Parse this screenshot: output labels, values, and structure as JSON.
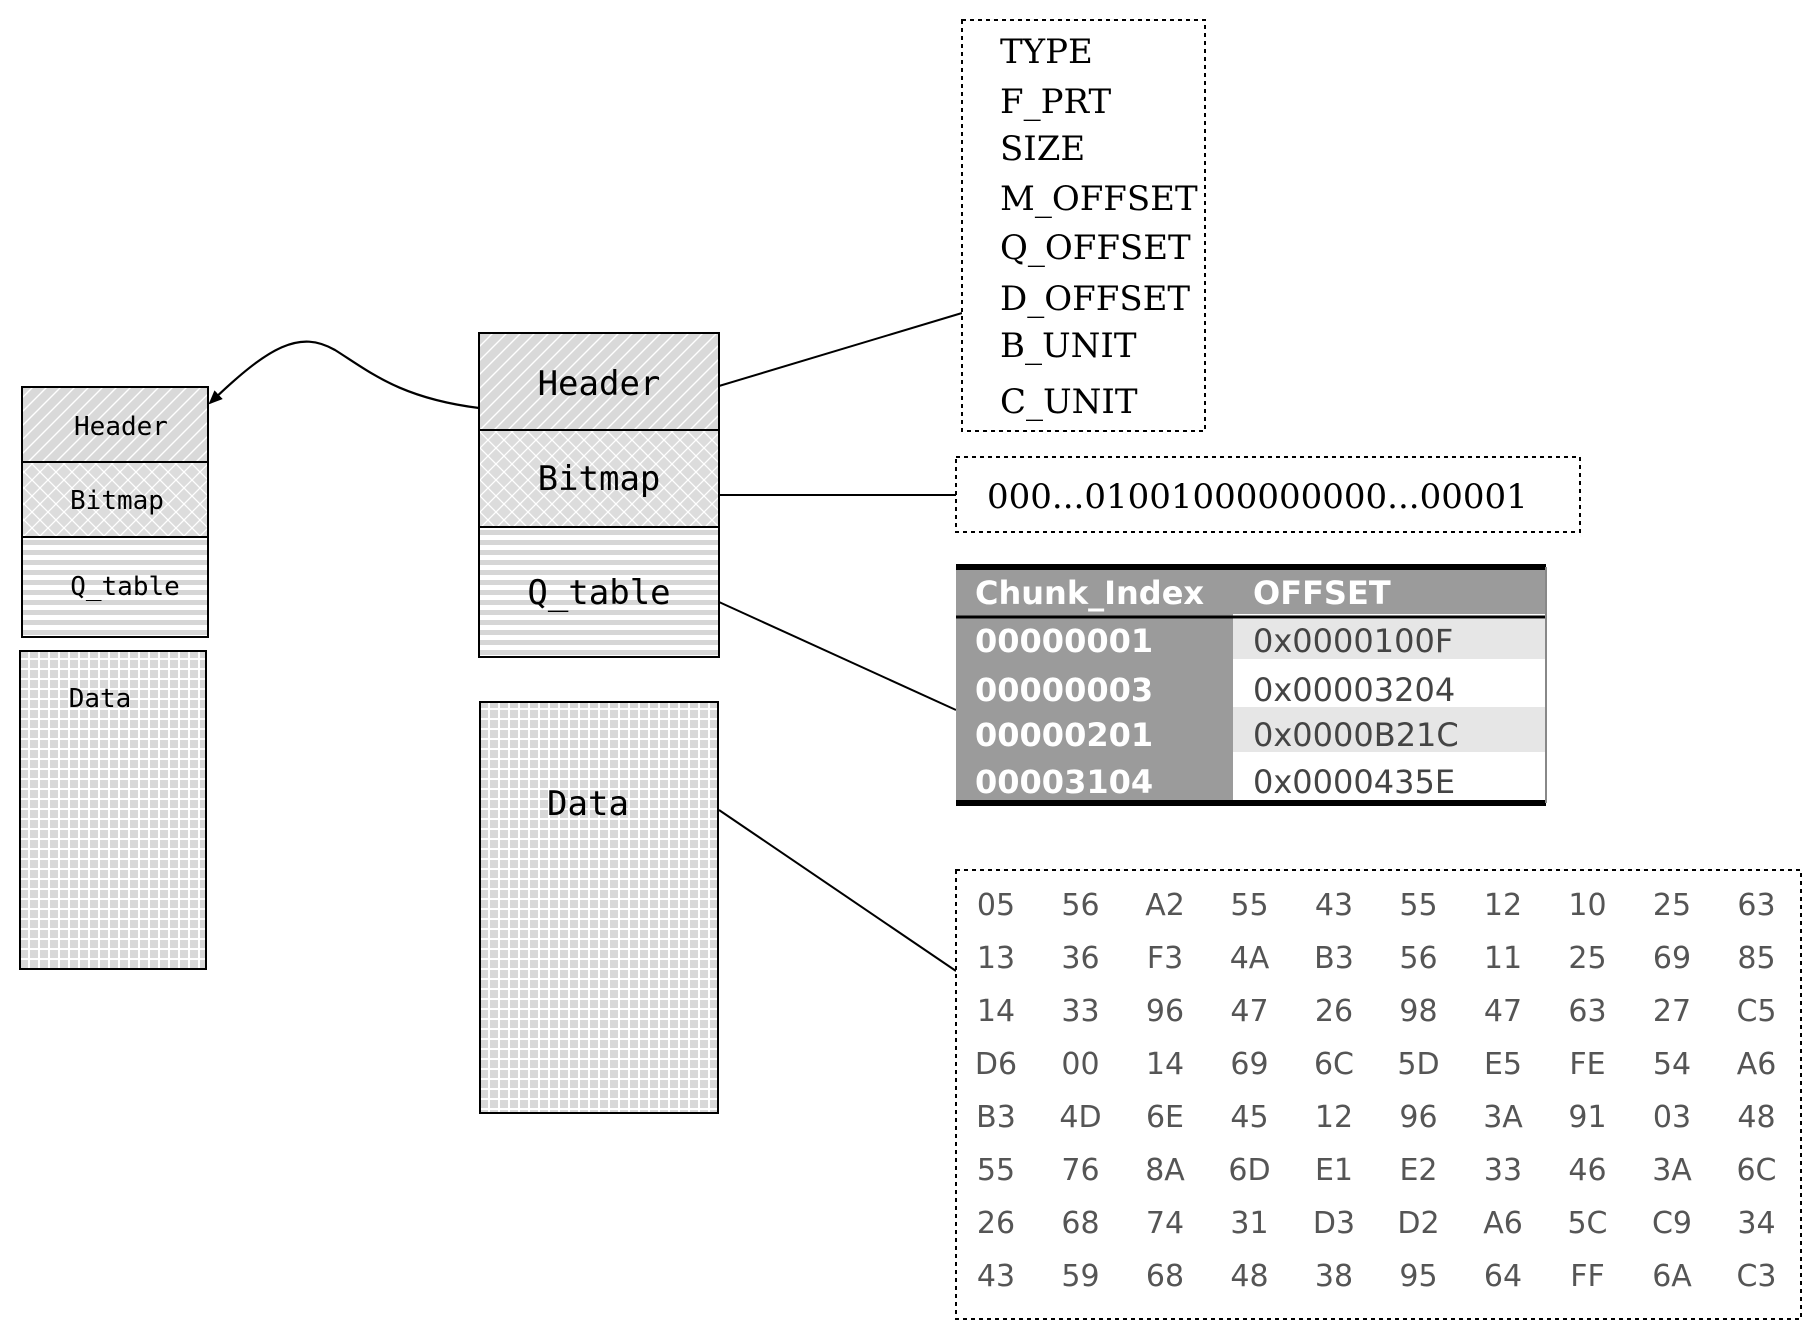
{
  "small_block": {
    "header": "Header",
    "bitmap": "Bitmap",
    "q_table": "Q_table",
    "data": "Data"
  },
  "big_block": {
    "header": "Header",
    "bitmap": "Bitmap",
    "q_table": "Q_table",
    "data": "Data"
  },
  "header_fields": [
    "TYPE",
    "F_PRT",
    "SIZE",
    "M_OFFSET",
    "Q_OFFSET",
    "D_OFFSET",
    "B_UNIT",
    "C_UNIT"
  ],
  "bitmap_value": "000...01001000000000...00001",
  "q_table": {
    "columns": [
      "Chunk_Index",
      "OFFSET"
    ],
    "rows": [
      [
        "00000001",
        "0x0000100F"
      ],
      [
        "00000003",
        "0x00003204"
      ],
      [
        "00000201",
        "0x0000B21C"
      ],
      [
        "00003104",
        "0x0000435E"
      ]
    ]
  },
  "data_bytes": [
    [
      "05",
      "56",
      "A2",
      "55",
      "43",
      "55",
      "12",
      "10",
      "25",
      "63"
    ],
    [
      "13",
      "36",
      "F3",
      "4A",
      "B3",
      "56",
      "11",
      "25",
      "69",
      "85"
    ],
    [
      "14",
      "33",
      "96",
      "47",
      "26",
      "98",
      "47",
      "63",
      "27",
      "C5"
    ],
    [
      "D6",
      "00",
      "14",
      "69",
      "6C",
      "5D",
      "E5",
      "FE",
      "54",
      "A6"
    ],
    [
      "B3",
      "4D",
      "6E",
      "45",
      "12",
      "96",
      "3A",
      "91",
      "03",
      "48"
    ],
    [
      "55",
      "76",
      "8A",
      "6D",
      "E1",
      "E2",
      "33",
      "46",
      "3A",
      "6C"
    ],
    [
      "26",
      "68",
      "74",
      "31",
      "D3",
      "D2",
      "A6",
      "5C",
      "C9",
      "34"
    ],
    [
      "43",
      "59",
      "68",
      "48",
      "38",
      "95",
      "64",
      "FF",
      "6A",
      "C3"
    ]
  ]
}
